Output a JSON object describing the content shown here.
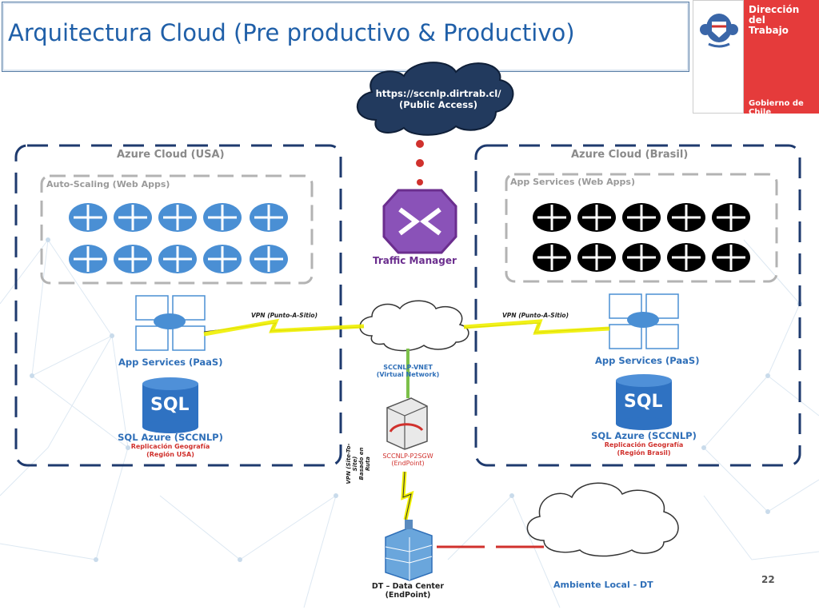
{
  "header": {
    "title": "Arquitectura Cloud (Pre productivo & Productivo)",
    "logo_line1": "Dirección del",
    "logo_line2": "Trabajo",
    "logo_gov": "Gobierno de Chile"
  },
  "public_cloud": {
    "line1": "https://sccnlp.dirtrab.cl/",
    "line2": "(Public Access)"
  },
  "traffic_manager": {
    "label": "Traffic Manager"
  },
  "regions": [
    {
      "title": "Azure Cloud (USA)",
      "group_label": "Auto-Scaling (Web Apps)",
      "app_services": "App Services (PaaS)",
      "sql": "SQL Azure (SCCNLP)",
      "replication": "Replicación Geografía",
      "region": "(Región USA)",
      "vpn": "VPN (Punto-A-Sitio)",
      "sql_badge": "SQL"
    },
    {
      "title": "Azure Cloud (Brasil)",
      "group_label": "App Services (Web Apps)",
      "app_services": "App Services (PaaS)",
      "sql": "SQL Azure (SCCNLP)",
      "replication": "Replicación Geografía",
      "region": "(Región Brasil)",
      "vpn": "VPN (Punto-A-Sitio)",
      "sql_badge": "SQL"
    }
  ],
  "vnet": {
    "line1": "SCCNLP-VNET",
    "line2": "(Virtual Network)"
  },
  "gateway": {
    "line1": "SCCNLP-P2SGW",
    "line2": "(EndPoint)"
  },
  "vpn_site": {
    "line1": "VPN (Site-To-Site)",
    "line2": "Basado en Ruta"
  },
  "datacenter": {
    "line1": "DT – Data Center",
    "line2": "(EndPoint)"
  },
  "local": {
    "label": "Ambiente Local - DT"
  },
  "page_number": "22",
  "colors": {
    "title": "#1f5fa8",
    "region_border": "#1e3a6e",
    "red": "#d0312d",
    "purple": "#6b2e8e",
    "blue_label": "#2f6fb8"
  }
}
